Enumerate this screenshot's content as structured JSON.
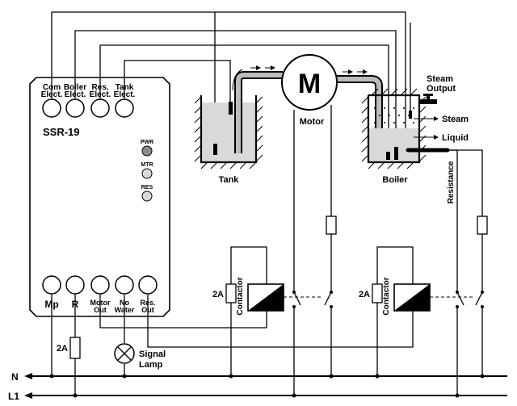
{
  "relay": {
    "model": "SSR-19",
    "top_terminals": [
      {
        "line1": "Com",
        "line2": "Elect."
      },
      {
        "line1": "Boiler",
        "line2": "Elect."
      },
      {
        "line1": "Res.",
        "line2": "Elect."
      },
      {
        "line1": "Tank",
        "line2": "Elect."
      }
    ],
    "leds": [
      "PWR",
      "MTR",
      "RES"
    ],
    "bottom_terminals": [
      {
        "line1": "Mp",
        "line2": ""
      },
      {
        "line1": "R",
        "line2": ""
      },
      {
        "line1": "Motor",
        "line2": "Out"
      },
      {
        "line1": "No",
        "line2": "Water"
      },
      {
        "line1": "Res.",
        "line2": "Out"
      }
    ]
  },
  "labels": {
    "tank": "Tank",
    "motor_symbol": "M",
    "motor": "Motor",
    "boiler": "Boiler",
    "steam_output_1": "Steam",
    "steam_output_2": "Output",
    "steam": "Steam",
    "liquid": "Liquid",
    "resistance": "Resistance",
    "contactor_1": "Contactor",
    "contactor_2": "Contactor",
    "fuse_1": "2A",
    "fuse_2": "2A",
    "fuse_3": "2A",
    "signal_lamp_1": "Signal",
    "signal_lamp_2": "Lamp",
    "neutral": "N",
    "line": "L1"
  },
  "colors": {
    "led_pwr": "#8a8a8a",
    "led_other": "#d9d9d9",
    "liquid": "#d9d9d9"
  }
}
